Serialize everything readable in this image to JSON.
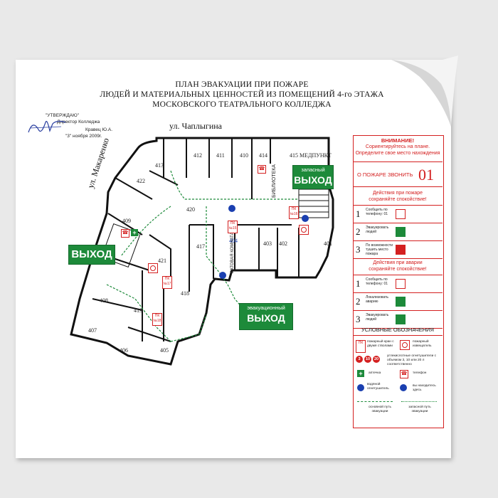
{
  "title": {
    "line1": "ПЛАН ЭВАКУАЦИИ ПРИ ПОЖАРЕ",
    "line2": "ЛЮДЕЙ И МАТЕРИАЛЬНЫХ ЦЕННОСТЕЙ ИЗ ПОМЕЩЕНИЙ 4-го  ЭТАЖА",
    "line3": "МОСКОВСКОГО ТЕАТРАЛЬНОГО КОЛЛЕДЖА"
  },
  "approval": {
    "heading": "\"УТВЕРЖДАЮ\"",
    "position": "Директор Колледжа",
    "name": "Кравец Ю.А.",
    "date": "\"3\" ноября 2009г."
  },
  "streets": {
    "top": "ул. Чаплыгина",
    "left": "ул. Макаренко"
  },
  "rooms": [
    "412",
    "411",
    "410",
    "414",
    "415 МЕДПУНКТ",
    "413",
    "422",
    "420",
    "409",
    "417",
    "421",
    "404",
    "403",
    "402",
    "401",
    "418",
    "408",
    "419",
    "407",
    "406",
    "405"
  ],
  "room_labels": {
    "library": "БИБЛИОТЕКА",
    "battle_room": "БАТОВАЯ КОМНАТА"
  },
  "exits": {
    "left": "ВЫХОД",
    "bottom_small": "эвакуационный",
    "bottom_big": "ВЫХОД",
    "top_small": "запасный",
    "top_big": "ВЫХОД"
  },
  "pk": {
    "label": "ПК",
    "n15": "№15",
    "n16": "№16",
    "n17": "№17",
    "n18": "№18"
  },
  "icons": {
    "phone": "phone-icon",
    "first_aid": "first-aid-icon",
    "extinguisher": "extinguisher-icon",
    "water": "water-icon"
  },
  "panel": {
    "warning_head": "ВНИМАНИЕ!",
    "warning_l1": "Сориентируйтесь на плане.",
    "warning_l2": "Определите свое место нахождения",
    "call_text": "О ПОЖАРЕ ЗВОНИТЬ",
    "call_number": "01",
    "fire_head1": "Действия при пожаре",
    "fire_head2": "сохраняйте спокойствие!",
    "fire_rows": [
      {
        "num": "1",
        "text": "Сообщить по телефону: 01"
      },
      {
        "num": "2",
        "text": "Эвакуировать людей"
      },
      {
        "num": "3",
        "text": "По возможности тушить место пожара"
      }
    ],
    "acc_head1": "Действия при аварии",
    "acc_head2": "сохраняйте спокойствие!",
    "acc_rows": [
      {
        "num": "1",
        "text": "Сообщить по телефону: 01"
      },
      {
        "num": "2",
        "text": "Локализовать аварию"
      },
      {
        "num": "3",
        "text": "Эвакуировать людей"
      }
    ],
    "legend_head": "УСЛОВНЫЕ ОБОЗНАЧЕНИЯ",
    "legend": {
      "pk_text": "пожарный кран с двумя стволами",
      "fire_text": "пожарный извещатель",
      "ext_text": "углекислотные огнетушители с объемом 3, 10 или 20 л соответственно",
      "ext_nums": [
        "3",
        "10",
        "20"
      ],
      "aid_text": "аптечка",
      "phone_text": "телефон",
      "water_text": "водяной огнетушитель",
      "here_text": "вы находитесь здесь",
      "main_text": "основной путь эвакуации",
      "reserve_text": "запасной путь эвакуации"
    }
  },
  "colors": {
    "green": "#1d8a3a",
    "red": "#d42020",
    "blue": "#1a3fb0"
  }
}
